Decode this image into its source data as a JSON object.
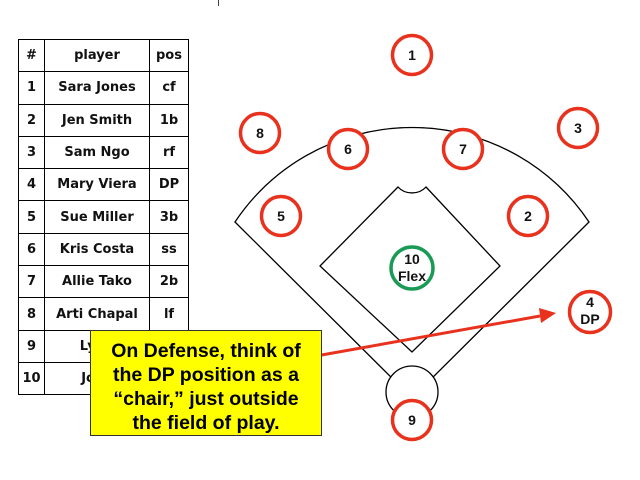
{
  "lineup": {
    "headers": {
      "num": "#",
      "player": "player",
      "pos": "pos"
    },
    "rows": [
      {
        "num": "1",
        "player": "Sara Jones",
        "pos": "cf"
      },
      {
        "num": "2",
        "player": "Jen Smith",
        "pos": "1b"
      },
      {
        "num": "3",
        "player": "Sam Ngo",
        "pos": "rf"
      },
      {
        "num": "4",
        "player": "Mary Viera",
        "pos": "DP"
      },
      {
        "num": "5",
        "player": "Sue Miller",
        "pos": "3b"
      },
      {
        "num": "6",
        "player": "Kris Costa",
        "pos": "ss"
      },
      {
        "num": "7",
        "player": "Allie Tako",
        "pos": "2b"
      },
      {
        "num": "8",
        "player": "Arti Chapal",
        "pos": "lf"
      },
      {
        "num": "9",
        "player": "Lynn",
        "pos": ""
      },
      {
        "num": "10",
        "player": "Jody",
        "pos": ""
      }
    ]
  },
  "field": {
    "positions": {
      "p1": "1",
      "p2": "2",
      "p3": "3",
      "p5": "5",
      "p6": "6",
      "p7": "7",
      "p8": "8",
      "p9": "9",
      "flex_num": "10",
      "flex_label": "Flex",
      "dp_num": "4",
      "dp_label": "DP"
    },
    "colors": {
      "position_ring": "#e8321e",
      "flex_ring": "#1a9a55",
      "arrow": "#e8321e",
      "lines": "#000000"
    }
  },
  "callout": {
    "text": "On Defense, think of the DP position as a “chair,” just outside the field of play.",
    "background": "#ffff00"
  }
}
